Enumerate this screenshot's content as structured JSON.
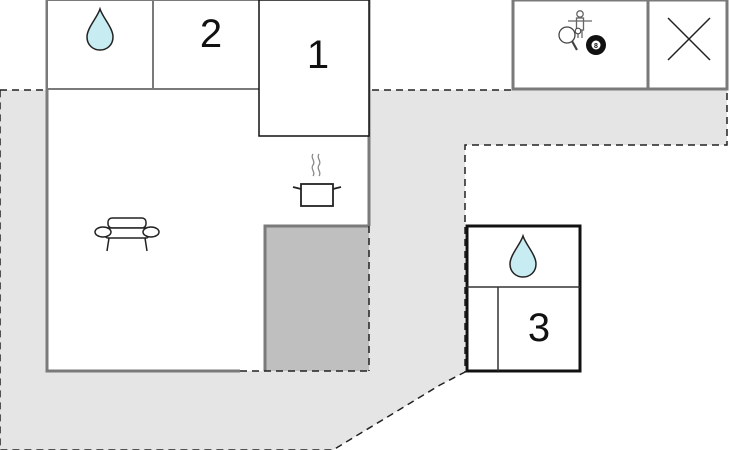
{
  "floorplan": {
    "rooms": [
      {
        "id": "bathroom-1",
        "kind": "bathroom",
        "icon": "water-drop-icon"
      },
      {
        "id": "bedroom-2",
        "kind": "bedroom",
        "label": "2"
      },
      {
        "id": "bedroom-1",
        "kind": "bedroom",
        "label": "1"
      },
      {
        "id": "living-room",
        "kind": "living-room",
        "icon": "sofa-icon"
      },
      {
        "id": "kitchen",
        "kind": "kitchen",
        "icon": "cooking-pot-icon"
      },
      {
        "id": "storage",
        "kind": "storage"
      },
      {
        "id": "game-room",
        "kind": "game-room",
        "icon": "table-football-pingpong-billiards-icon"
      },
      {
        "id": "not-included",
        "kind": "excluded-area",
        "icon": "cross-icon"
      },
      {
        "id": "annex-bathroom",
        "kind": "bathroom",
        "icon": "water-drop-icon"
      },
      {
        "id": "bedroom-3",
        "kind": "bedroom",
        "label": "3"
      }
    ],
    "colors": {
      "terrace_fill": "#e5e5e5",
      "storage_fill": "#bfbfbf",
      "wall": "#7a7a7a",
      "annex_wall": "#111111",
      "water_drop": "#c7ecf2"
    }
  }
}
